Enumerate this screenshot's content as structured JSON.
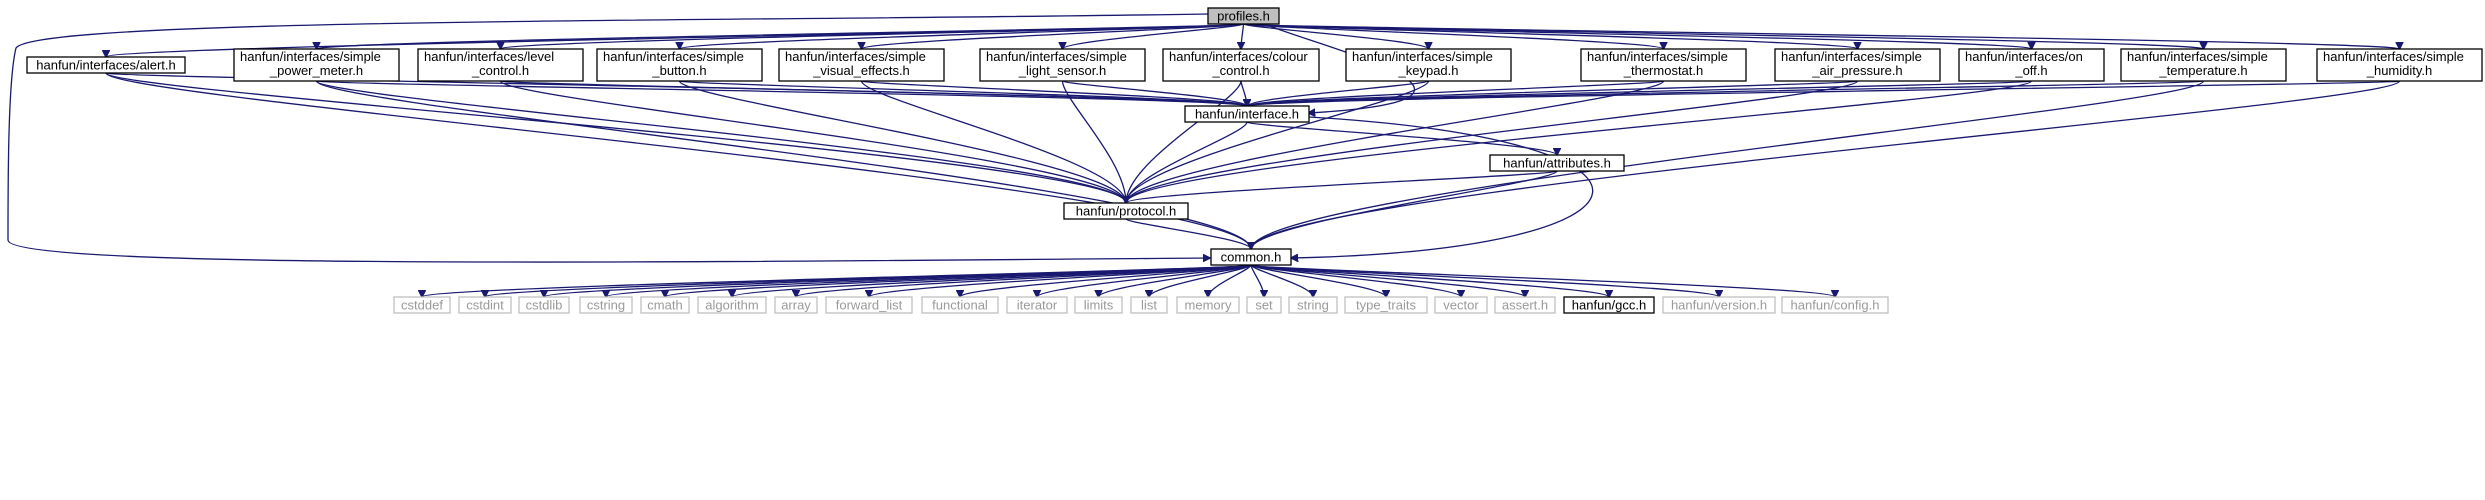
{
  "diagram": {
    "nodes": [
      {
        "id": "profiles_h",
        "lines": [
          "profiles.h"
        ],
        "style": "root"
      },
      {
        "id": "alert_h",
        "lines": [
          "hanfun/interfaces/alert.h"
        ]
      },
      {
        "id": "power_meter_h",
        "lines": [
          "hanfun/interfaces/simple",
          "_power_meter.h"
        ]
      },
      {
        "id": "level_control_h",
        "lines": [
          "hanfun/interfaces/level",
          "_control.h"
        ]
      },
      {
        "id": "simple_button_h",
        "lines": [
          "hanfun/interfaces/simple",
          "_button.h"
        ]
      },
      {
        "id": "visual_effects_h",
        "lines": [
          "hanfun/interfaces/simple",
          "_visual_effects.h"
        ]
      },
      {
        "id": "light_sensor_h",
        "lines": [
          "hanfun/interfaces/simple",
          "_light_sensor.h"
        ]
      },
      {
        "id": "colour_control_h",
        "lines": [
          "hanfun/interfaces/colour",
          "_control.h"
        ]
      },
      {
        "id": "keypad_h",
        "lines": [
          "hanfun/interfaces/simple",
          "_keypad.h"
        ]
      },
      {
        "id": "thermostat_h",
        "lines": [
          "hanfun/interfaces/simple",
          "_thermostat.h"
        ]
      },
      {
        "id": "air_pressure_h",
        "lines": [
          "hanfun/interfaces/simple",
          "_air_pressure.h"
        ]
      },
      {
        "id": "on_off_h",
        "lines": [
          "hanfun/interfaces/on",
          "_off.h"
        ]
      },
      {
        "id": "temperature_h",
        "lines": [
          "hanfun/interfaces/simple",
          "_temperature.h"
        ]
      },
      {
        "id": "humidity_h",
        "lines": [
          "hanfun/interfaces/simple",
          "_humidity.h"
        ]
      },
      {
        "id": "interface_h",
        "lines": [
          "hanfun/interface.h"
        ]
      },
      {
        "id": "attributes_h",
        "lines": [
          "hanfun/attributes.h"
        ]
      },
      {
        "id": "protocol_h",
        "lines": [
          "hanfun/protocol.h"
        ]
      },
      {
        "id": "common_h",
        "lines": [
          "common.h"
        ]
      },
      {
        "id": "cstddef",
        "lines": [
          "cstddef"
        ],
        "style": "sys"
      },
      {
        "id": "cstdint",
        "lines": [
          "cstdint"
        ],
        "style": "sys"
      },
      {
        "id": "cstdlib",
        "lines": [
          "cstdlib"
        ],
        "style": "sys"
      },
      {
        "id": "cstring",
        "lines": [
          "cstring"
        ],
        "style": "sys"
      },
      {
        "id": "cmath",
        "lines": [
          "cmath"
        ],
        "style": "sys"
      },
      {
        "id": "algorithm",
        "lines": [
          "algorithm"
        ],
        "style": "sys"
      },
      {
        "id": "array",
        "lines": [
          "array"
        ],
        "style": "sys"
      },
      {
        "id": "forward_list",
        "lines": [
          "forward_list"
        ],
        "style": "sys"
      },
      {
        "id": "functional",
        "lines": [
          "functional"
        ],
        "style": "sys"
      },
      {
        "id": "iterator",
        "lines": [
          "iterator"
        ],
        "style": "sys"
      },
      {
        "id": "limits",
        "lines": [
          "limits"
        ],
        "style": "sys"
      },
      {
        "id": "list",
        "lines": [
          "list"
        ],
        "style": "sys"
      },
      {
        "id": "memory",
        "lines": [
          "memory"
        ],
        "style": "sys"
      },
      {
        "id": "set",
        "lines": [
          "set"
        ],
        "style": "sys"
      },
      {
        "id": "string",
        "lines": [
          "string"
        ],
        "style": "sys"
      },
      {
        "id": "type_traits",
        "lines": [
          "type_traits"
        ],
        "style": "sys"
      },
      {
        "id": "vector",
        "lines": [
          "vector"
        ],
        "style": "sys"
      },
      {
        "id": "assert_h",
        "lines": [
          "assert.h"
        ],
        "style": "sys"
      },
      {
        "id": "gcc_h",
        "lines": [
          "hanfun/gcc.h"
        ]
      },
      {
        "id": "version_h",
        "lines": [
          "hanfun/version.h"
        ],
        "style": "sys"
      },
      {
        "id": "config_h",
        "lines": [
          "hanfun/config.h"
        ],
        "style": "sys"
      }
    ],
    "edges": [
      [
        "profiles_h",
        "alert_h"
      ],
      [
        "profiles_h",
        "power_meter_h"
      ],
      [
        "profiles_h",
        "level_control_h"
      ],
      [
        "profiles_h",
        "simple_button_h"
      ],
      [
        "profiles_h",
        "visual_effects_h"
      ],
      [
        "profiles_h",
        "light_sensor_h"
      ],
      [
        "profiles_h",
        "colour_control_h"
      ],
      [
        "profiles_h",
        "keypad_h"
      ],
      [
        "profiles_h",
        "thermostat_h"
      ],
      [
        "profiles_h",
        "air_pressure_h"
      ],
      [
        "profiles_h",
        "on_off_h"
      ],
      [
        "profiles_h",
        "temperature_h"
      ],
      [
        "profiles_h",
        "humidity_h"
      ],
      [
        "profiles_h",
        "interface_h"
      ],
      [
        "profiles_h",
        "common_h"
      ],
      [
        "alert_h",
        "interface_h"
      ],
      [
        "alert_h",
        "protocol_h"
      ],
      [
        "alert_h",
        "common_h"
      ],
      [
        "power_meter_h",
        "interface_h"
      ],
      [
        "power_meter_h",
        "protocol_h"
      ],
      [
        "power_meter_h",
        "common_h"
      ],
      [
        "level_control_h",
        "interface_h"
      ],
      [
        "level_control_h",
        "protocol_h"
      ],
      [
        "simple_button_h",
        "interface_h"
      ],
      [
        "simple_button_h",
        "protocol_h"
      ],
      [
        "visual_effects_h",
        "interface_h"
      ],
      [
        "visual_effects_h",
        "protocol_h"
      ],
      [
        "light_sensor_h",
        "interface_h"
      ],
      [
        "light_sensor_h",
        "protocol_h"
      ],
      [
        "colour_control_h",
        "interface_h"
      ],
      [
        "colour_control_h",
        "protocol_h"
      ],
      [
        "keypad_h",
        "interface_h"
      ],
      [
        "keypad_h",
        "protocol_h"
      ],
      [
        "thermostat_h",
        "interface_h"
      ],
      [
        "thermostat_h",
        "protocol_h"
      ],
      [
        "air_pressure_h",
        "interface_h"
      ],
      [
        "air_pressure_h",
        "protocol_h"
      ],
      [
        "on_off_h",
        "interface_h"
      ],
      [
        "on_off_h",
        "protocol_h"
      ],
      [
        "temperature_h",
        "interface_h"
      ],
      [
        "temperature_h",
        "common_h"
      ],
      [
        "humidity_h",
        "interface_h"
      ],
      [
        "humidity_h",
        "common_h"
      ],
      [
        "interface_h",
        "protocol_h"
      ],
      [
        "interface_h",
        "attributes_h"
      ],
      [
        "interface_h",
        "common_h"
      ],
      [
        "attributes_h",
        "protocol_h"
      ],
      [
        "attributes_h",
        "common_h"
      ],
      [
        "protocol_h",
        "common_h"
      ],
      [
        "common_h",
        "cstddef"
      ],
      [
        "common_h",
        "cstdint"
      ],
      [
        "common_h",
        "cstdlib"
      ],
      [
        "common_h",
        "cstring"
      ],
      [
        "common_h",
        "cmath"
      ],
      [
        "common_h",
        "algorithm"
      ],
      [
        "common_h",
        "array"
      ],
      [
        "common_h",
        "forward_list"
      ],
      [
        "common_h",
        "functional"
      ],
      [
        "common_h",
        "iterator"
      ],
      [
        "common_h",
        "limits"
      ],
      [
        "common_h",
        "list"
      ],
      [
        "common_h",
        "memory"
      ],
      [
        "common_h",
        "set"
      ],
      [
        "common_h",
        "string"
      ],
      [
        "common_h",
        "type_traits"
      ],
      [
        "common_h",
        "vector"
      ],
      [
        "common_h",
        "assert_h"
      ],
      [
        "common_h",
        "gcc_h"
      ],
      [
        "common_h",
        "version_h"
      ],
      [
        "common_h",
        "config_h"
      ]
    ],
    "colors": {
      "edge": "#191970",
      "node_border": "#000000",
      "root_fill": "#bfbfbf",
      "system_border": "#bfbfbf",
      "system_text": "#9a9a9a"
    }
  }
}
